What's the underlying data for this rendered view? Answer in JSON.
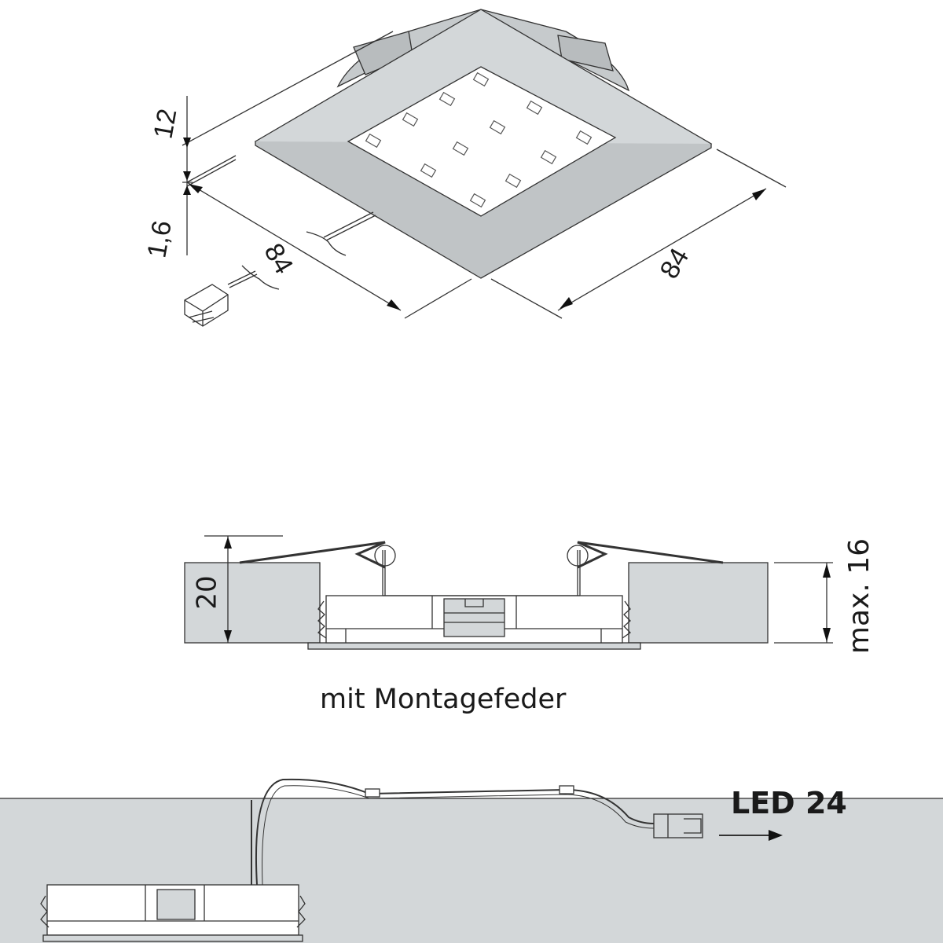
{
  "colors": {
    "panel": "#d3d7d9",
    "line": "#333333",
    "led_window": "#ffffff"
  },
  "top_view": {
    "dim_height_total": "12",
    "dim_panel_thickness": "1,6",
    "dim_width_left": "84",
    "dim_width_right": "84"
  },
  "side_view": {
    "dim_spring_height": "20",
    "dim_max_panel": "max. 16",
    "caption": "mit Montagefeder"
  },
  "bottom_view": {
    "connector_label": "LED 24"
  }
}
